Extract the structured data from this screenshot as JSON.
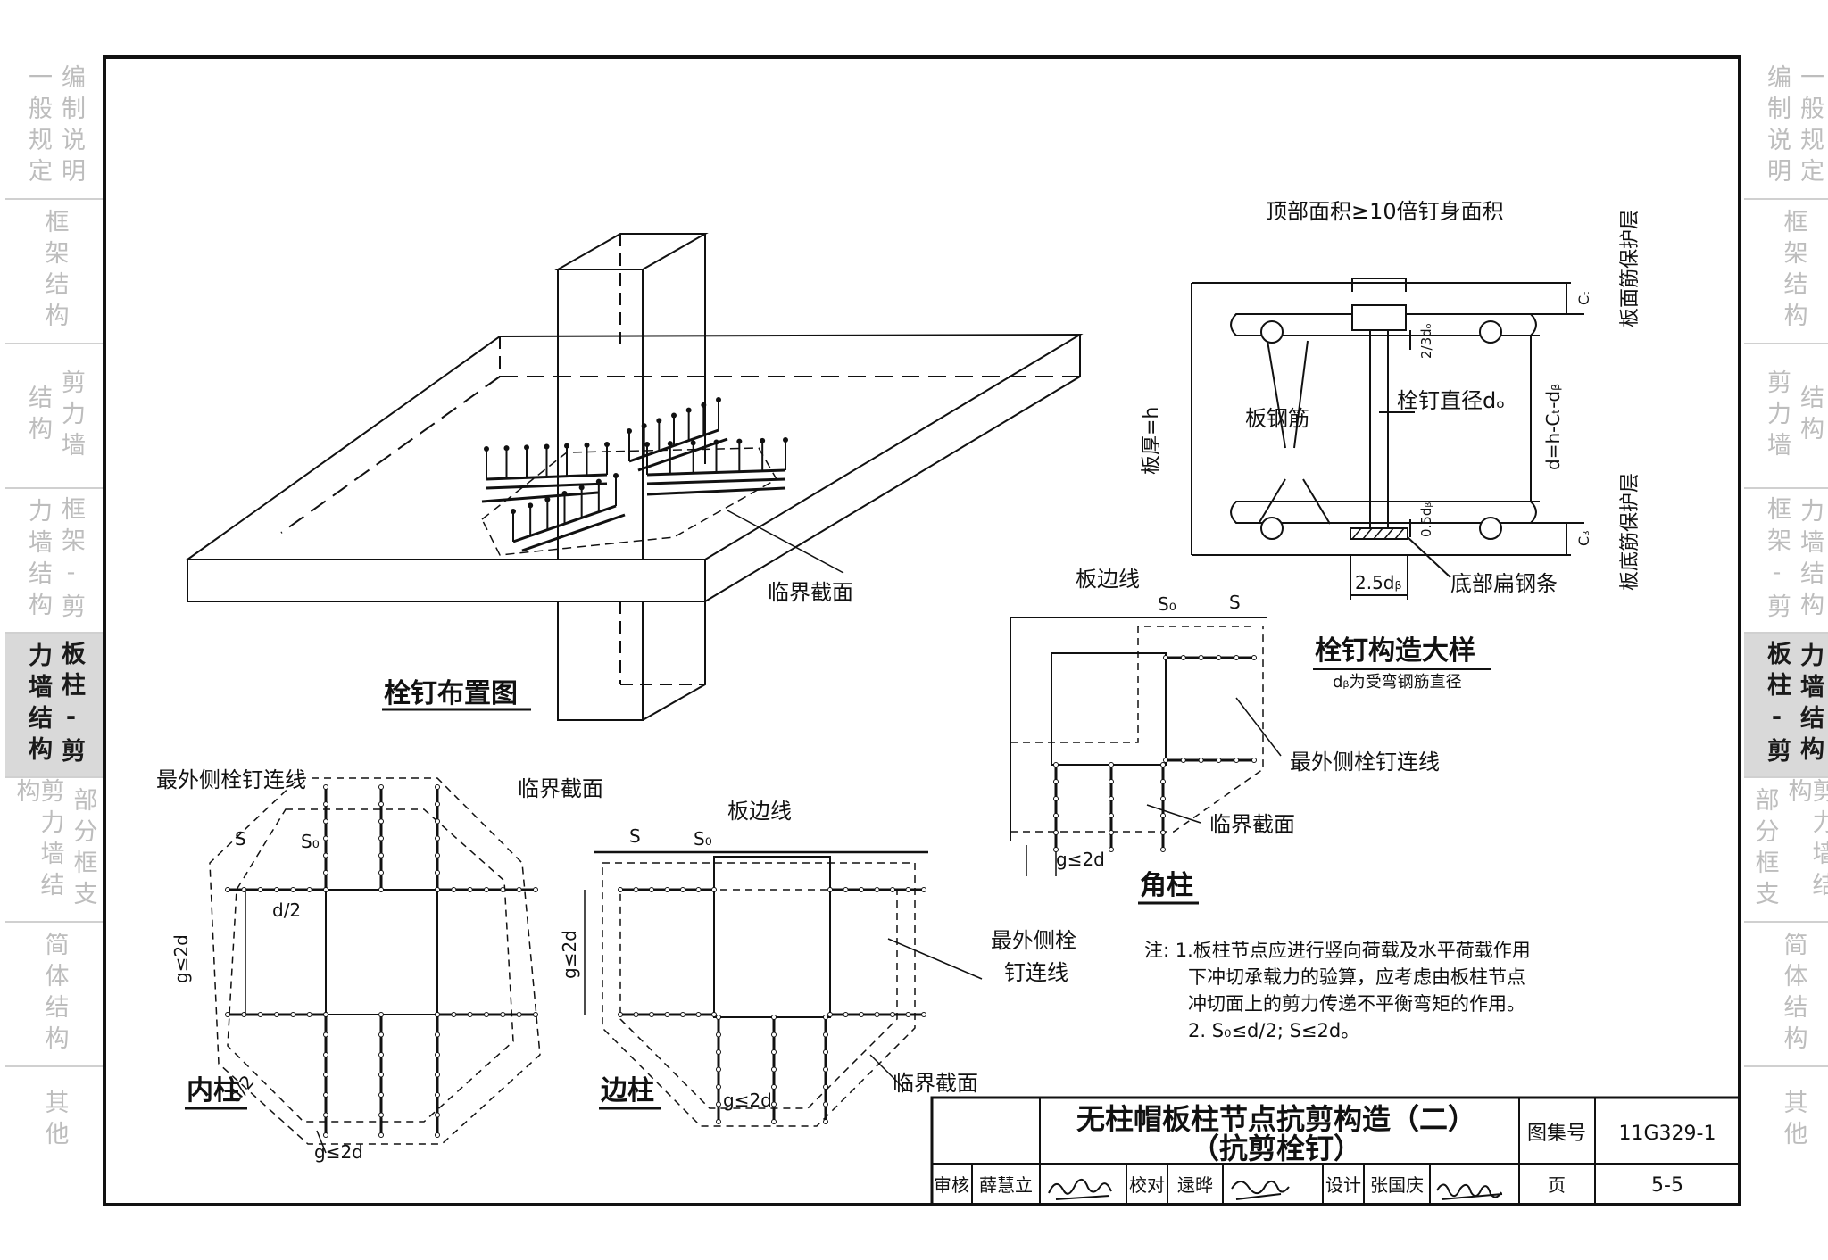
{
  "left_nav": [
    {
      "lines": [
        "一般规定",
        "编制说明"
      ],
      "active": false
    },
    {
      "lines": [
        "框架结构"
      ],
      "active": false
    },
    {
      "lines": [
        "结构",
        "剪力墙"
      ],
      "active": false
    },
    {
      "lines": [
        "力墙结构",
        "框架-剪"
      ],
      "active": false
    },
    {
      "lines": [
        "力墙结构",
        "板柱-剪"
      ],
      "active": true
    },
    {
      "lines": [
        "剪力墙结构",
        "部分框支"
      ],
      "active": false
    },
    {
      "lines": [
        "简体结构"
      ],
      "active": false
    },
    {
      "lines": [
        "其他"
      ],
      "active": false
    }
  ],
  "right_nav": [
    {
      "lines": [
        "编制说明",
        "一般规定"
      ],
      "active": false
    },
    {
      "lines": [
        "框架结构"
      ],
      "active": false
    },
    {
      "lines": [
        "剪力墙",
        "结构"
      ],
      "active": false
    },
    {
      "lines": [
        "框架-剪",
        "力墙结构"
      ],
      "active": false
    },
    {
      "lines": [
        "板柱-剪",
        "力墙结构"
      ],
      "active": true
    },
    {
      "lines": [
        "部分框支",
        "剪力墙结构"
      ],
      "active": false
    },
    {
      "lines": [
        "简体结构"
      ],
      "active": false
    },
    {
      "lines": [
        "其他"
      ],
      "active": false
    }
  ],
  "iso_view": {
    "caption": "栓钉布置图",
    "critical_label": "临界截面"
  },
  "detail": {
    "caption": "栓钉构造大样",
    "subcaption": "dᵦ为受弯钢筋直径",
    "top_area": "顶部面积≥10倍钉身面积",
    "slab_thickness": "板厚=h",
    "slab_bars": "板钢筋",
    "stud_dia": "栓钉直径dₒ",
    "eff_depth": "d=h-Cₜ-dᵦ",
    "top_cover": "板面筋保护层",
    "bottom_cover": "板底筋保护层",
    "c_top": "Cₜ",
    "c_bot": "Cᵦ",
    "head_ratio": "2/3dₒ",
    "half_db": "0.5dᵦ",
    "width_25": "2.5dᵦ",
    "flat_bar": "底部扁钢条"
  },
  "corner": {
    "caption": "角柱",
    "edge": "板边线",
    "s0": "S₀",
    "s": "S",
    "outer_line": "最外侧栓钉连线",
    "critical": "临界截面",
    "g": "g≤2d"
  },
  "inner": {
    "caption": "内柱",
    "outer_line": "最外侧栓钉连线",
    "critical": "临界截面",
    "s": "S",
    "s0": "S₀",
    "g_left": "g≤2d",
    "g_bottom": "g≤2d",
    "d_half_a": "d/2",
    "d_half_b": "d/2"
  },
  "edge": {
    "caption": "边柱",
    "edge": "板边线",
    "s": "S",
    "s0": "S₀",
    "outer_line_1": "最外侧栓",
    "outer_line_2": "钉连线",
    "critical": "临界截面",
    "g_left": "g≤2d",
    "g_bottom": "g≤2d"
  },
  "notes": [
    "注: 1.板柱节点应进行竖向荷载及水平荷载作用",
    "下冲切承载力的验算，应考虑由板柱节点",
    "冲切面上的剪力传递不平衡弯矩的作用。",
    "2. S₀≤d/2;  S≤2d。"
  ],
  "title_block": {
    "title_1": "无柱帽板柱节点抗剪构造（二）",
    "title_2": "（抗剪栓钉）",
    "atlas_label": "图集号",
    "atlas_no": "11G329-1",
    "review_label": "审核",
    "reviewer": "薛慧立",
    "check_label": "校对",
    "checker": "逯晔",
    "design_label": "设计",
    "designer": "张国庆",
    "page_label": "页",
    "page_no": "5-5"
  }
}
